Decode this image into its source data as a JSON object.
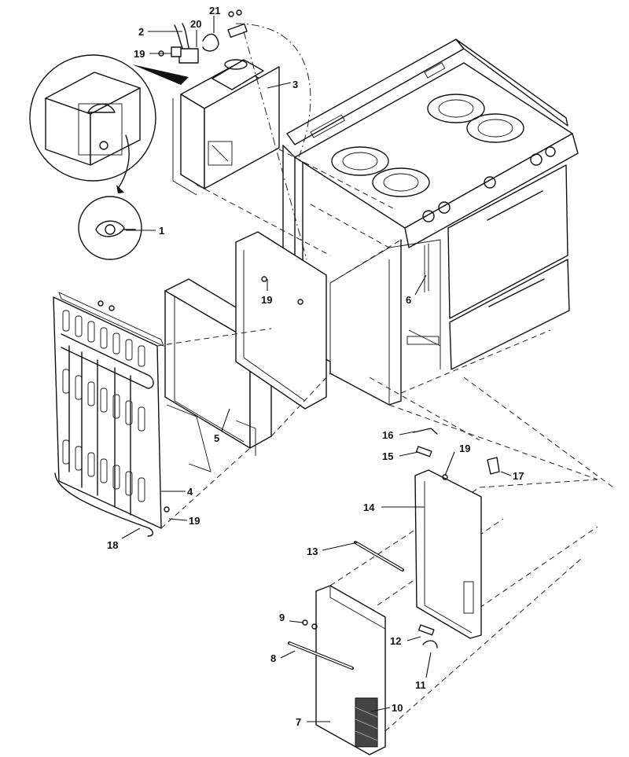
{
  "callouts": {
    "c1": "1",
    "c2": "2",
    "c3": "3",
    "c4": "4",
    "c5": "5",
    "c6": "6",
    "c7": "7",
    "c8": "8",
    "c9": "9",
    "c10": "10",
    "c11": "11",
    "c12": "12",
    "c13": "13",
    "c14": "14",
    "c15": "15",
    "c16": "16",
    "c17": "17",
    "c18": "18",
    "c19": "19",
    "c20": "20",
    "c21": "21"
  }
}
